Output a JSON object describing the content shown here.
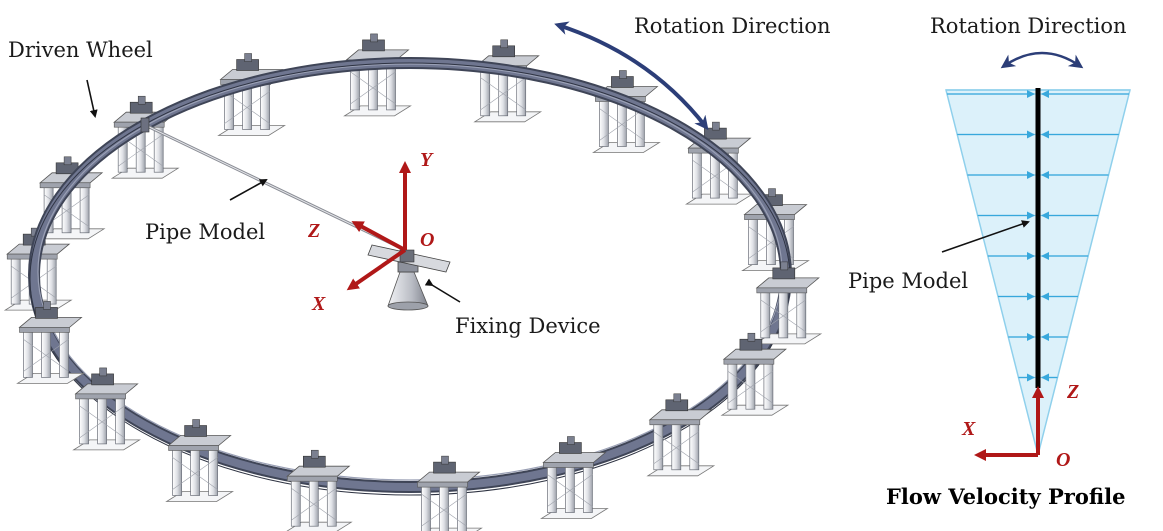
{
  "left_panel": {
    "driven_wheel_label": "Driven Wheel",
    "pipe_model_label": "Pipe Model",
    "fixing_device_label": "Fixing Device",
    "rotation_direction_label": "Rotation Direction",
    "axes": {
      "y": "Y",
      "z": "Z",
      "x": "X",
      "origin": "O"
    },
    "support_count": 18
  },
  "right_panel": {
    "rotation_direction_label": "Rotation Direction",
    "pipe_model_label": "Pipe Model",
    "caption": "Flow Velocity Profile",
    "axes": {
      "z": "Z",
      "x": "X",
      "origin": "O"
    },
    "profile_arrow_rows": 8
  },
  "colors": {
    "axis": "#b01818",
    "rotation_arrow": "#2c3e78",
    "profile_fill": "#dcf1fa",
    "profile_edge": "#8fd0ec",
    "profile_arrow": "#38a8dc",
    "wheel": "#565d72"
  }
}
